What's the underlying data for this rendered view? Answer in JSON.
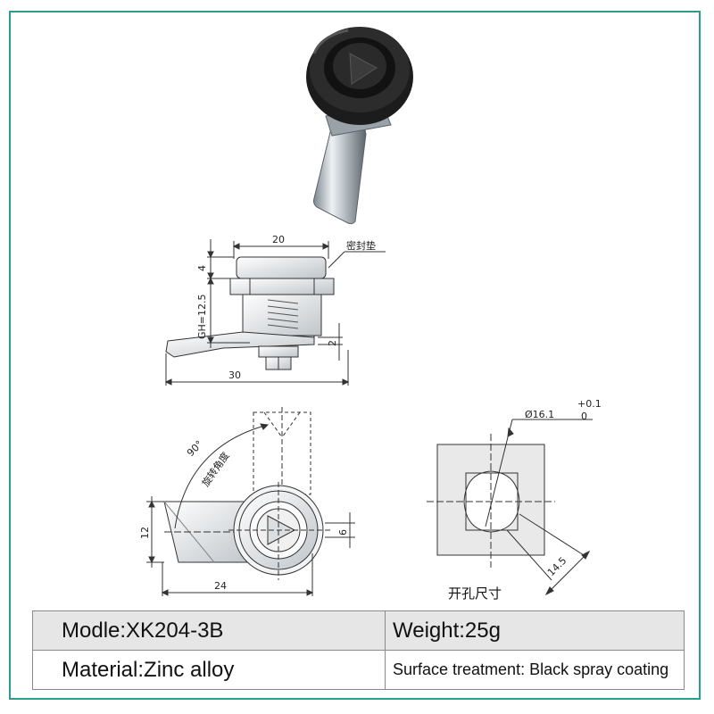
{
  "product": {
    "photo_name": "cam lock photo"
  },
  "side_view": {
    "dim_width_top": "20",
    "gasket_label": "密封垫",
    "dim_gh": "GH=12.5",
    "dim_4": "4",
    "dim_2": "2",
    "dim_width_total": "30"
  },
  "front_view": {
    "rotation_angle": "90°",
    "rotation_label": "旋转角度",
    "dim_12": "12",
    "dim_6": "6",
    "dim_24": "24"
  },
  "cutout": {
    "diameter": "Ø16.1",
    "tol_upper": "+0.1",
    "tol_lower": "0",
    "dim_flat": "14.5",
    "caption": "开孔尺寸"
  },
  "specs": {
    "model": "Modle:XK204-3B",
    "weight": "Weight:25g",
    "material": "Material:Zinc alloy",
    "surface": "Surface treatment: Black spray coating"
  },
  "colors": {
    "frame": "#2a9d8f",
    "row_shade": "#e6e6e6"
  }
}
